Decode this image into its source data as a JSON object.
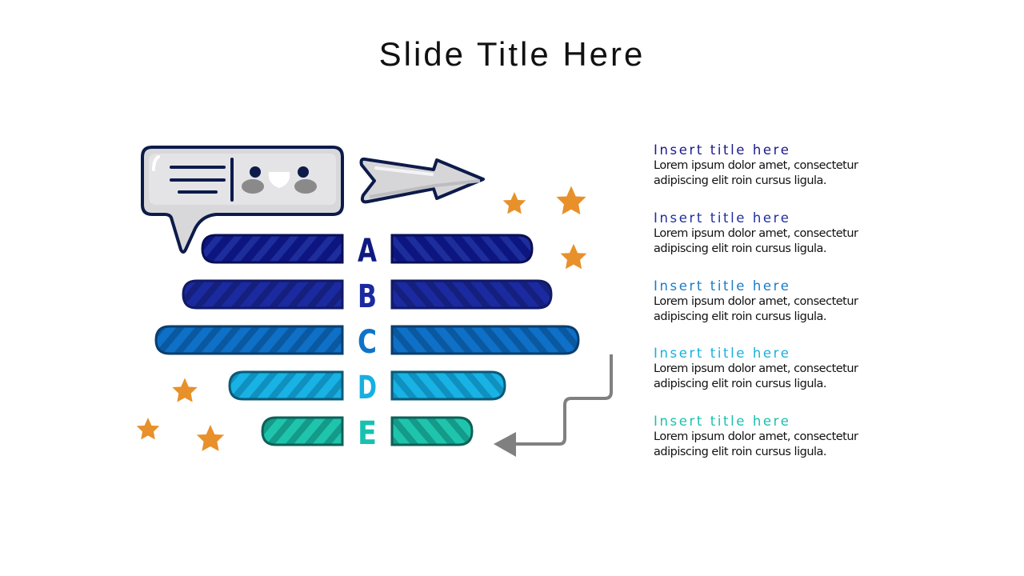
{
  "slide": {
    "title": "Slide Title Here"
  },
  "diagram": {
    "rows": [
      {
        "letter": "A",
        "color": "#0f1a80",
        "fill": "#0d1680",
        "stripe": "#1a2a9a",
        "stroke": "#0a0f55"
      },
      {
        "letter": "B",
        "color": "#1b2aa0",
        "fill": "#1b2aa0",
        "stripe": "#2a3db8",
        "stroke": "#111a66"
      },
      {
        "letter": "C",
        "color": "#0e74c8",
        "fill": "#0e6ec4",
        "stripe": "#2a86d8",
        "stroke": "#0a3e6e"
      },
      {
        "letter": "D",
        "color": "#16b0e0",
        "fill": "#18b0e3",
        "stripe": "#0f8fbf",
        "stroke": "#0b5a78"
      },
      {
        "letter": "E",
        "color": "#17c1b0",
        "fill": "#1ec2aa",
        "stripe": "#13998a",
        "stroke": "#0d6158"
      }
    ],
    "accent_colors": {
      "star": "#e8902a",
      "arrow": "#808080",
      "outline": "#0d1b4a",
      "bubble": "#d9d9dc"
    }
  },
  "items": [
    {
      "title": "Insert title here",
      "title_color": "#1a1a8c",
      "body_line1": "Lorem ipsum dolor amet, consectetur",
      "body_line2": "adipiscing elit roin cursus ligula."
    },
    {
      "title": "Insert title here",
      "title_color": "#1f2fa0",
      "body_line1": "Lorem ipsum dolor amet, consectetur",
      "body_line2": "adipiscing elit roin cursus ligula."
    },
    {
      "title": "Insert title here",
      "title_color": "#1a7cc8",
      "body_line1": "Lorem ipsum dolor amet, consectetur",
      "body_line2": "adipiscing elit roin cursus ligula."
    },
    {
      "title": "Insert title here",
      "title_color": "#1ab0dc",
      "body_line1": "Lorem ipsum dolor amet, consectetur",
      "body_line2": "adipiscing elit roin cursus ligula."
    },
    {
      "title": "Insert title here",
      "title_color": "#1cbfae",
      "body_line1": "Lorem ipsum dolor amet, consectetur",
      "body_line2": "adipiscing elit roin cursus ligula."
    }
  ]
}
